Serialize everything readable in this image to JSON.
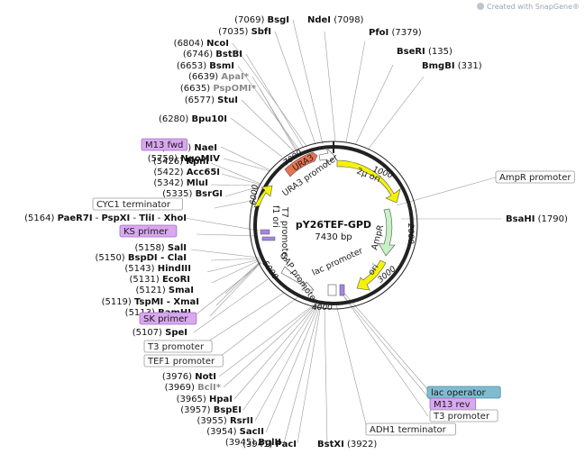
{
  "brand": "Created with SnapGene®",
  "plasmid": {
    "name": "pY26TEF-GPD",
    "size": "7430 bp"
  },
  "ticks": [
    "1000",
    "2000",
    "3000",
    "4000",
    "5000",
    "6000",
    "7000"
  ],
  "enzymes_top_left": [
    {
      "coord": "(7069)",
      "name": "BsgI"
    },
    {
      "coord": "(7035)",
      "name": "SbfI"
    },
    {
      "coord": "(6804)",
      "name": "NcoI"
    },
    {
      "coord": "(6746)",
      "name": "BstBI"
    },
    {
      "coord": "(6653)",
      "name": "BsmI"
    },
    {
      "coord": "(6639)",
      "name": "ApaI*",
      "star": true
    },
    {
      "coord": "(6635)",
      "name": "PspOMI*",
      "star": true
    },
    {
      "coord": "(6577)",
      "name": "StuI"
    },
    {
      "coord": "(6280)",
      "name": "Bpu10I"
    },
    {
      "coord": "(5752)",
      "name": "NaeI"
    },
    {
      "coord": "(5750)",
      "name": "NgoMIV"
    }
  ],
  "enzymes_top_right": [
    {
      "name": "NdeI",
      "coord": "(7098)"
    },
    {
      "name": "PfoI",
      "coord": "(7379)"
    },
    {
      "name": "BseRI",
      "coord": "(135)"
    },
    {
      "name": "BmgBI",
      "coord": "(331)"
    },
    {
      "name": "BsaHI",
      "coord": "(1790)"
    }
  ],
  "enzymes_left_mid": [
    {
      "coord": "(5426)",
      "name": "KpnI"
    },
    {
      "coord": "(5422)",
      "name": "Acc65I"
    },
    {
      "coord": "(5342)",
      "name": "MluI"
    },
    {
      "coord": "(5335)",
      "name": "BsrGI"
    }
  ],
  "enzyme_multi": {
    "coord": "(5164)",
    "names": [
      "PaeR7I",
      "PspXI",
      "TliI",
      "XhoI"
    ],
    "sep": " - "
  },
  "enzymes_left_low": [
    {
      "coord": "(5158)",
      "name": "SalI"
    },
    {
      "coord": "(5150)",
      "name": "BspDI - ClaI"
    },
    {
      "coord": "(5143)",
      "name": "HindIII"
    },
    {
      "coord": "(5131)",
      "name": "EcoRI"
    },
    {
      "coord": "(5121)",
      "name": "SmaI"
    },
    {
      "coord": "(5119)",
      "name": "TspMI - XmaI"
    },
    {
      "coord": "(5113)",
      "name": "BamHI"
    }
  ],
  "enzyme_spei": {
    "coord": "(5107)",
    "name": "SpeI"
  },
  "enzymes_bottom": [
    {
      "coord": "(3976)",
      "name": "NotI"
    },
    {
      "coord": "(3969)",
      "name": "BclI*",
      "star": true
    },
    {
      "coord": "(3965)",
      "name": "HpaI"
    },
    {
      "coord": "(3957)",
      "name": "BspEI"
    },
    {
      "coord": "(3955)",
      "name": "RsrII"
    },
    {
      "coord": "(3954)",
      "name": "SacII"
    },
    {
      "coord": "(3945)",
      "name": "BglII"
    },
    {
      "coord": "(3941)",
      "name": "PacI"
    }
  ],
  "enzyme_bstxi": {
    "name": "BstXI",
    "coord": "(3922)"
  },
  "boxed_features": [
    {
      "label": "M13 fwd",
      "kind": "primer"
    },
    {
      "label": "CYC1 terminator",
      "kind": "plain"
    },
    {
      "label": "KS primer",
      "kind": "primer"
    },
    {
      "label": "SK primer",
      "kind": "primer"
    },
    {
      "label": "T3 promoter",
      "kind": "plain"
    },
    {
      "label": "TEF1 promoter",
      "kind": "plain"
    },
    {
      "label": "AmpR promoter",
      "kind": "plain"
    },
    {
      "label": "lac operator",
      "kind": "operator"
    },
    {
      "label": "M13 rev",
      "kind": "primer"
    },
    {
      "label": "T3 promoter",
      "kind": "plain"
    },
    {
      "label": "ADH1 terminator",
      "kind": "plain"
    }
  ],
  "map_features": {
    "ura3": "URA3",
    "ura3_promoter": "URA3 promoter",
    "two_micron": "2μ ori",
    "ampr": "AmpR",
    "ori": "ori",
    "lac_promoter": "lac promoter",
    "gap_promoter": "GAP promoter",
    "t7_promoter": "T7 promoter",
    "f1_ori": "f1 ori"
  },
  "colors": {
    "backbone": "#222222",
    "ura3": "#e8734f",
    "ori_yellow": "#f5f20a",
    "ampr": "#c6f2c6",
    "promoter_white": "#ffffff",
    "primer_fill": "#d9a8ef",
    "operator_fill": "#7fbcd0",
    "t7_purple": "#a883e8"
  }
}
